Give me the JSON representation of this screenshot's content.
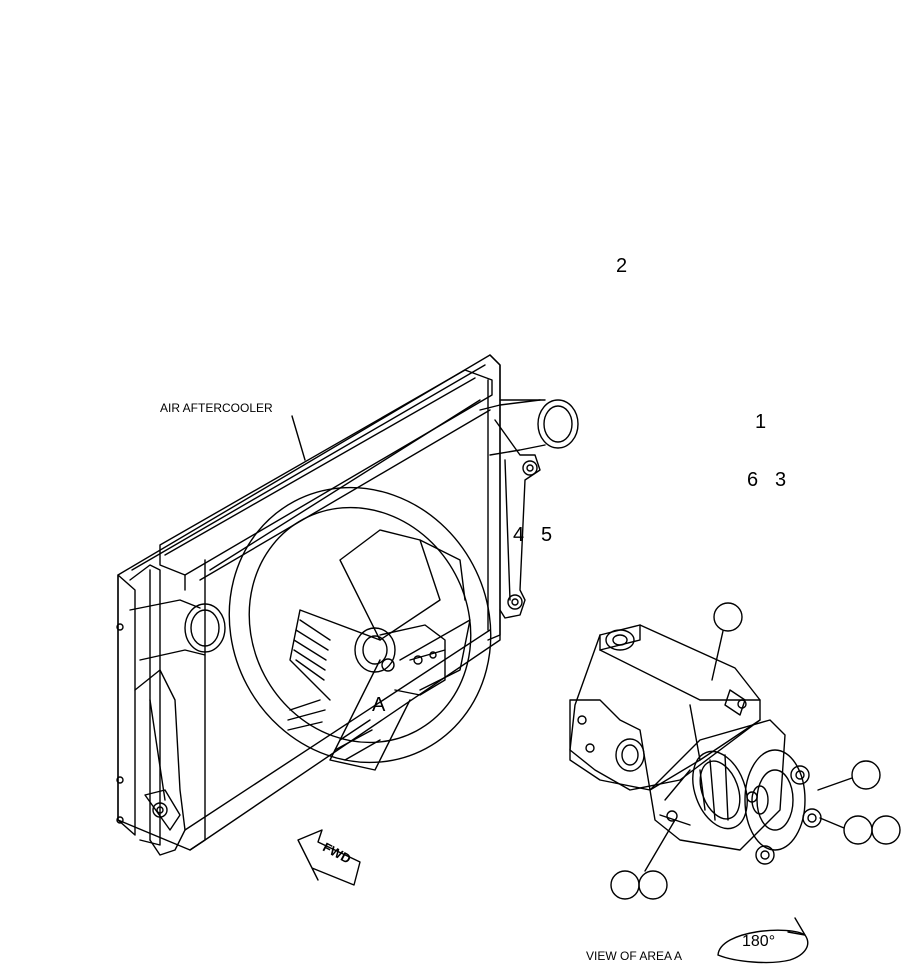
{
  "labels": {
    "air_aftercooler": "AIR AFTERCOOLER",
    "area_marker": "A",
    "fwd_arrow": "FWD",
    "view_of_area": "VIEW OF AREA  A",
    "rotation": "180°"
  },
  "callouts": {
    "n1": "1",
    "n2": "2",
    "n3": "3",
    "n4": "4",
    "n5": "5",
    "n6": "6"
  }
}
